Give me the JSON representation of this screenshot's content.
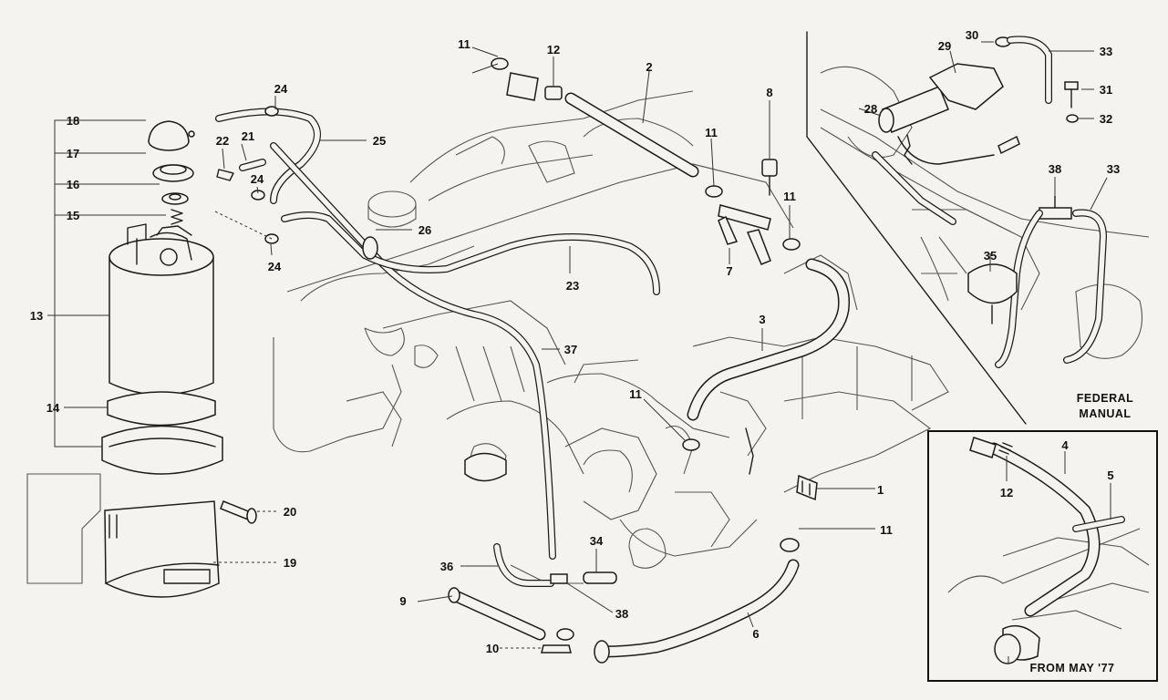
{
  "parts": {
    "p1": "1",
    "p2": "2",
    "p3": "3",
    "p4": "4",
    "p5": "5",
    "p6": "6",
    "p7": "7",
    "p8": "8",
    "p9": "9",
    "p10": "10",
    "p11": "11",
    "p12": "12",
    "p13": "13",
    "p14": "14",
    "p15": "15",
    "p16": "16",
    "p17": "17",
    "p18": "18",
    "p19": "19",
    "p20": "20",
    "p21": "21",
    "p22": "22",
    "p23": "23",
    "p24": "24",
    "p25": "25",
    "p26": "26",
    "p28": "28",
    "p29": "29",
    "p30": "30",
    "p31": "31",
    "p32": "32",
    "p33": "33",
    "p34": "34",
    "p35": "35",
    "p36": "36",
    "p37": "37",
    "p38": "38"
  },
  "captions": {
    "federal_line1": "FEDERAL",
    "federal_line2": "MANUAL",
    "from_date": "FROM  MAY  '77"
  }
}
